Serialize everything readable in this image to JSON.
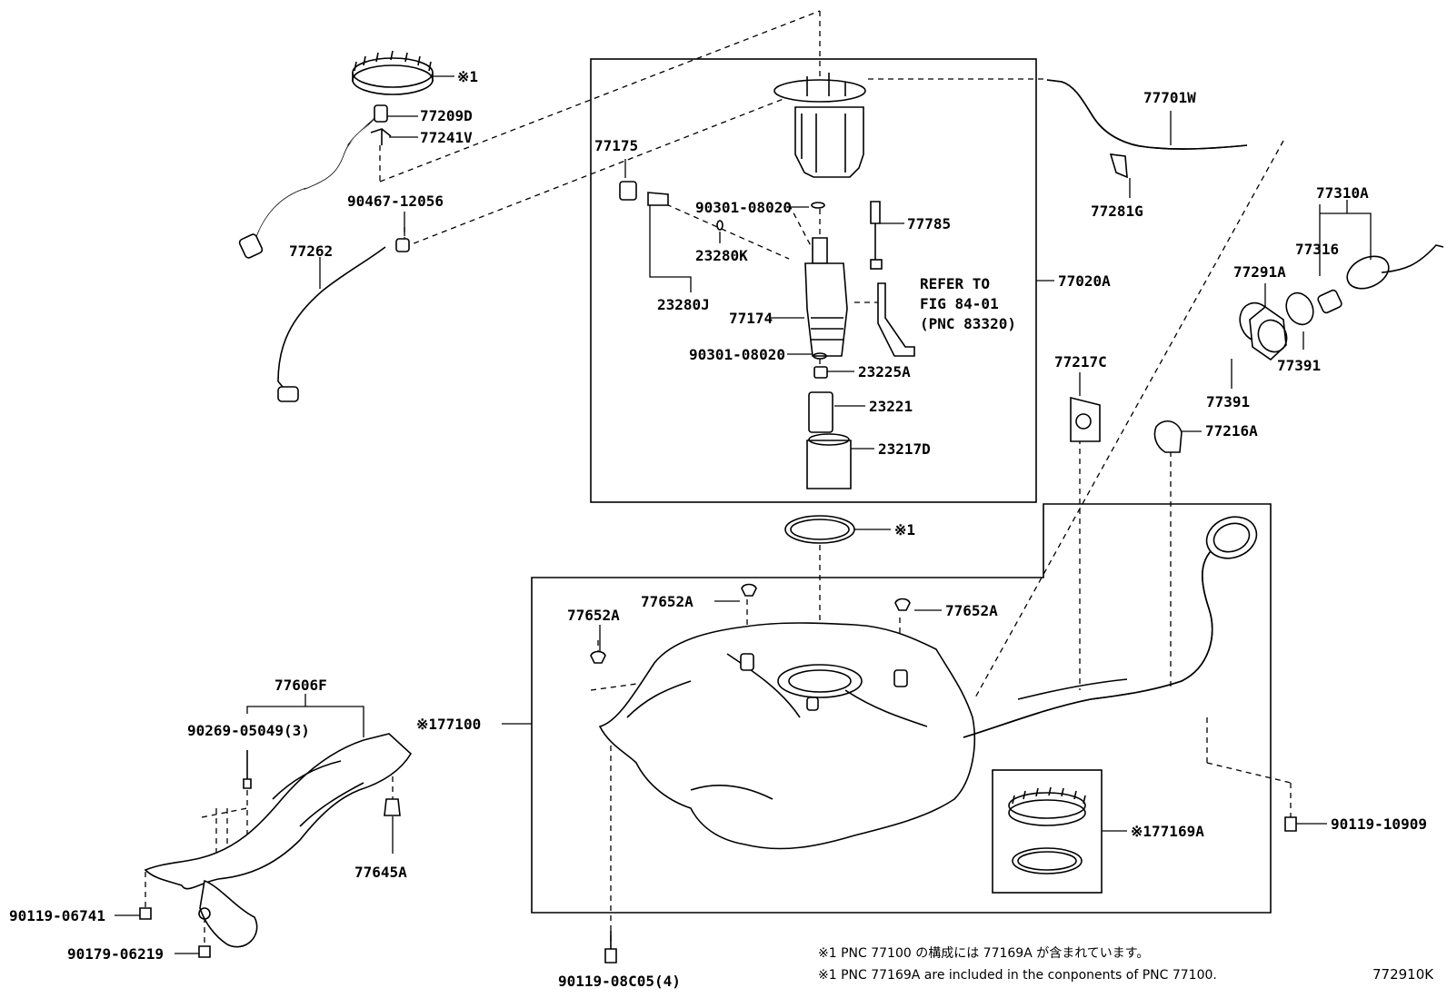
{
  "diagram": {
    "figure_id": "772910K",
    "labels": {
      "p77701W": "77701W",
      "p77209D": "77209D",
      "p77241V": "77241V",
      "p90467_12056": "90467-12056",
      "p77262": "77262",
      "p77175": "77175",
      "p90301_08020_top": "90301-08020",
      "p23280K": "23280K",
      "p23280J": "23280J",
      "p77174": "77174",
      "p90301_08020_bottom": "90301-08020",
      "p77785": "77785",
      "refer_line1": "REFER TO",
      "refer_line2": "FIG 84-01",
      "refer_line3": "(PNC 83320)",
      "p23225A": "23225A",
      "p23221": "23221",
      "p23217D": "23217D",
      "p77020A": "77020A",
      "p77281G": "77281G",
      "p77310A": "77310A",
      "p77316": "77316",
      "p77291A": "77291A",
      "p77391_a": "77391",
      "p77391_b": "77391",
      "p77217C": "77217C",
      "p77216A": "77216A",
      "ring_mark_top": "※1",
      "gasket_mark": "※1",
      "p77652A_a": "77652A",
      "p77652A_b": "77652A",
      "p77652A_c": "77652A",
      "p177100": "※177100",
      "p177169A": "※177169A",
      "p77606F": "77606F",
      "p90269_05049": "90269-05049(3)",
      "p77645A": "77645A",
      "p90119_06741": "90119-06741",
      "p90179_06219": "90179-06219",
      "p90119_08C05": "90119-08C05(4)",
      "p90119_10909": "90119-10909"
    },
    "notes": [
      "※1 PNC 77100 の構成には 77169A が含まれています。",
      "※1 PNC 77169A are included in the conponents of PNC 77100."
    ]
  }
}
